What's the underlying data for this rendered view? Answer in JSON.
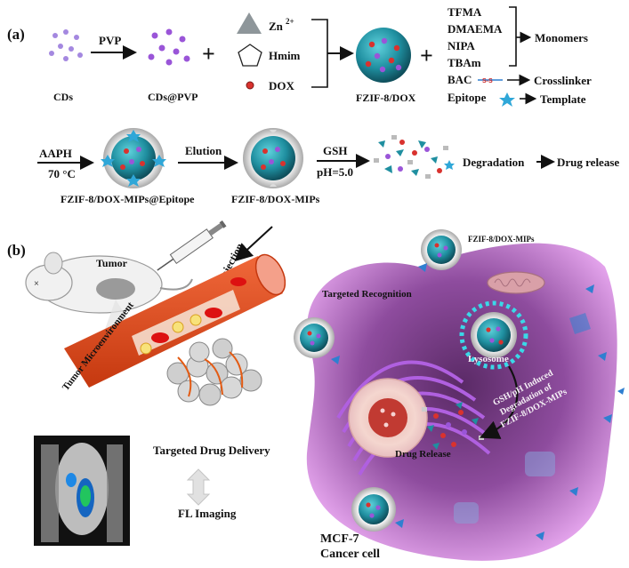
{
  "panel_a": {
    "label": "(a)",
    "cds": "CDs",
    "pvp": "PVP",
    "cds_pvp": "CDs@PVP",
    "zn": "Zn",
    "zn_sup": "2+",
    "hmim": "Hmim",
    "dox": "DOX",
    "fzif_dox": "FZIF-8/DOX",
    "monomers": [
      "TFMA",
      "DMAEMA",
      "NIPA",
      "TBAm"
    ],
    "monomers_label": "Monomers",
    "bac": "BAC",
    "ss": "S-S",
    "crosslinker": "Crosslinker",
    "epitope": "Epitope",
    "template": "Template",
    "aaph": "AAPH",
    "temp": "70 °C",
    "mip_epitope": "FZIF-8/DOX-MIPs@Epitope",
    "elution": "Elution",
    "fzif_mips": "FZIF-8/DOX-MIPs",
    "gsh": "GSH",
    "ph": "pH=5.0",
    "degradation": "Degradation",
    "drug_release": "Drug release"
  },
  "panel_b": {
    "label": "(b)",
    "tumor": "Tumor",
    "injection": "Injection",
    "tumor_micro": "Tumor Microenvironment",
    "fzif_mips": "FZIF-8/DOX-MIPs",
    "targeted_recognition": "Targeted Recognition",
    "lysosome": "Lysosome",
    "gsh_line1": "GSH/pH Induced",
    "gsh_line2": "Degradation of",
    "gsh_line3": "FZIF-8/DOX-MIPs",
    "drug_release": "Drug Release",
    "targeted_delivery": "Targeted Drug Delivery",
    "fl_imaging": "FL Imaging",
    "mcf_line1": "MCF-7",
    "mcf_line2": "Cancer cell"
  },
  "colors": {
    "nanoparticle": "#1f7a8c",
    "cell": "#c88ad8",
    "vessel": "#e84a1a",
    "arrow_blue": "#2f7fd0",
    "dox_red": "#d9322e",
    "cd_purple": "#9a55d8"
  }
}
